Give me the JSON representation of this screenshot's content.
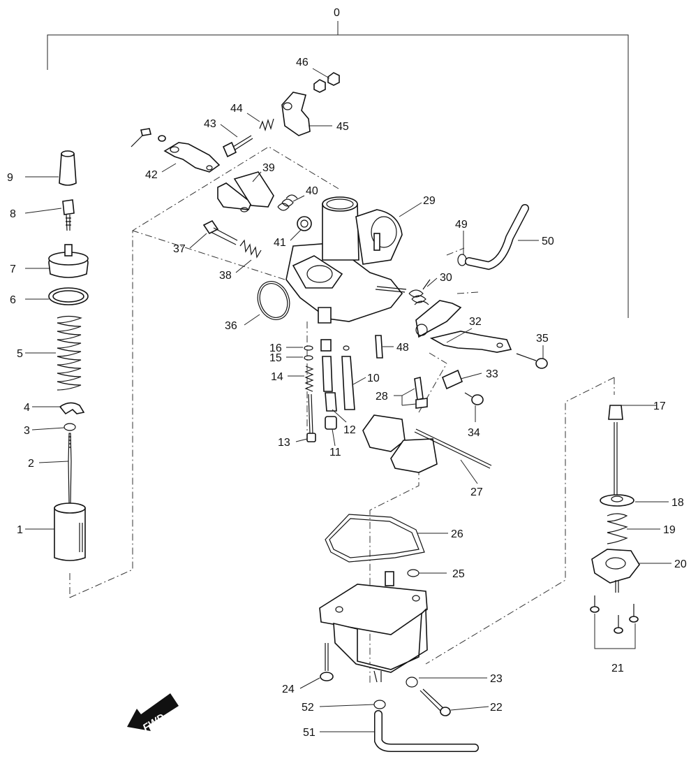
{
  "diagram": {
    "assembly_label": "0",
    "direction_label": "FWD",
    "callouts": [
      "1",
      "2",
      "3",
      "4",
      "5",
      "6",
      "7",
      "8",
      "9",
      "10",
      "11",
      "12",
      "13",
      "14",
      "15",
      "16",
      "17",
      "18",
      "19",
      "20",
      "21",
      "22",
      "23",
      "24",
      "25",
      "26",
      "27",
      "28",
      "29",
      "30",
      "32",
      "33",
      "34",
      "35",
      "36",
      "37",
      "38",
      "39",
      "40",
      "41",
      "42",
      "43",
      "44",
      "45",
      "46",
      "48",
      "49",
      "50",
      "51",
      "52"
    ]
  }
}
